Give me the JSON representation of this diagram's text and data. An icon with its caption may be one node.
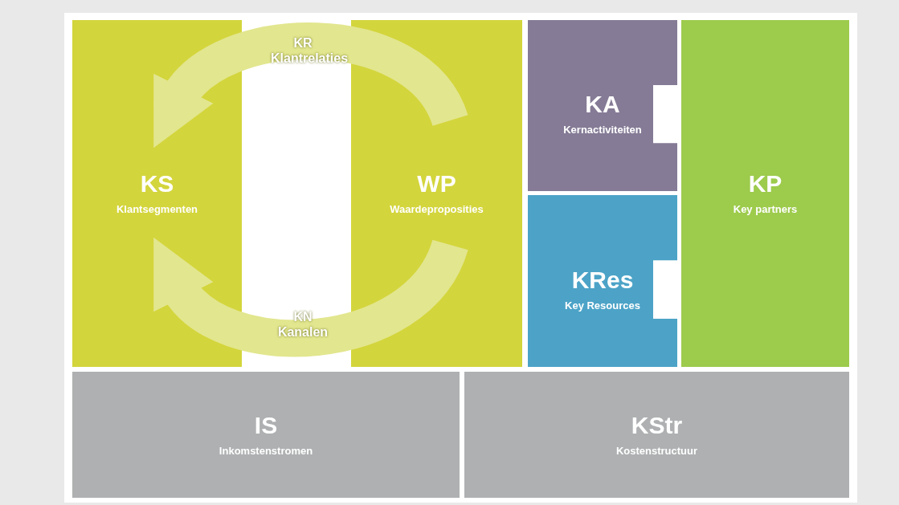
{
  "diagram": {
    "nodes": [
      {
        "text": [
          "KS",
          "Klantsegmenten"
        ]
      },
      {
        "text": [
          "WP",
          "Waardeproposities"
        ]
      },
      {
        "text": [
          "KA",
          "Kernactiviteiten"
        ]
      },
      {
        "text": [
          "**KR**es",
          "Key Resources"
        ]
      },
      {
        "text": [
          "KP",
          "Key partners"
        ]
      },
      {
        "text": [
          "IS",
          "Inkomstenstromen"
        ]
      },
      {
        "text": [
          "**KS**tr",
          "Kostenstructuur"
        ]
      }
    ],
    "edges": [
      {
        "from": 1,
        "to": 0,
        "arrow": "to",
        "label": "KR Klantrelaties"
      },
      {
        "from": 1,
        "to": 0,
        "arrow": "to",
        "label": "KN Kanalen"
      }
    ]
  }
}
